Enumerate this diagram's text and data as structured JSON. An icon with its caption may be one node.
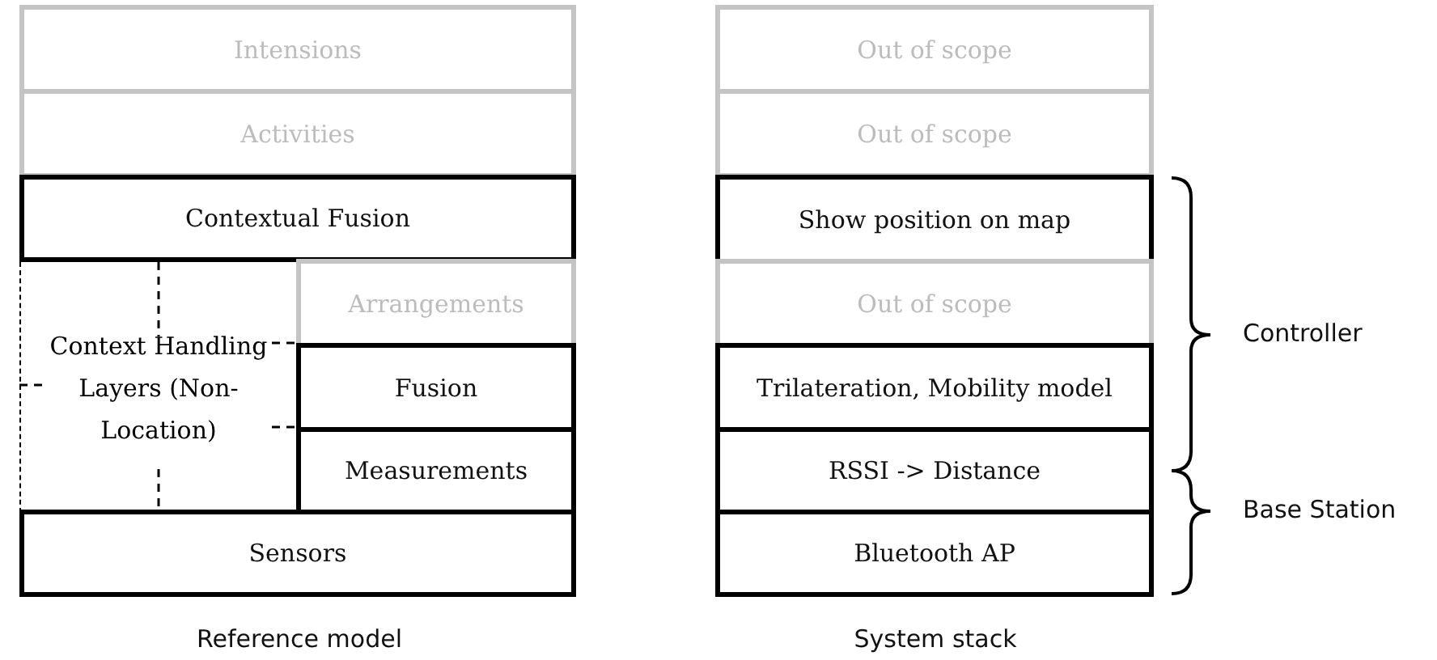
{
  "diagram": {
    "nodes": [
      {
        "text": [
          "Intensions"
        ]
      },
      {
        "text": [
          "Activities"
        ]
      },
      {
        "text": [
          "Contextual Fusion"
        ]
      },
      {
        "text": [
          "Context Handling Layers (Non-Location)"
        ]
      },
      {
        "text": [
          "Arrangements"
        ]
      },
      {
        "text": [
          "Fusion"
        ]
      },
      {
        "text": [
          "Measurements"
        ]
      },
      {
        "text": [
          "Sensors"
        ]
      },
      {
        "text": [
          "Out of scope"
        ]
      },
      {
        "text": [
          "Out of scope"
        ]
      },
      {
        "text": [
          "Show position on map"
        ]
      },
      {
        "text": [
          "Out of scope"
        ]
      },
      {
        "text": [
          "Trilateration, Mobility model"
        ]
      },
      {
        "text": [
          "RSSI -> Distance"
        ]
      },
      {
        "text": [
          "Bluetooth AP"
        ]
      }
    ],
    "edges": [],
    "labels": [
      "Controller",
      "Base Station",
      "Reference model",
      "System stack"
    ]
  }
}
